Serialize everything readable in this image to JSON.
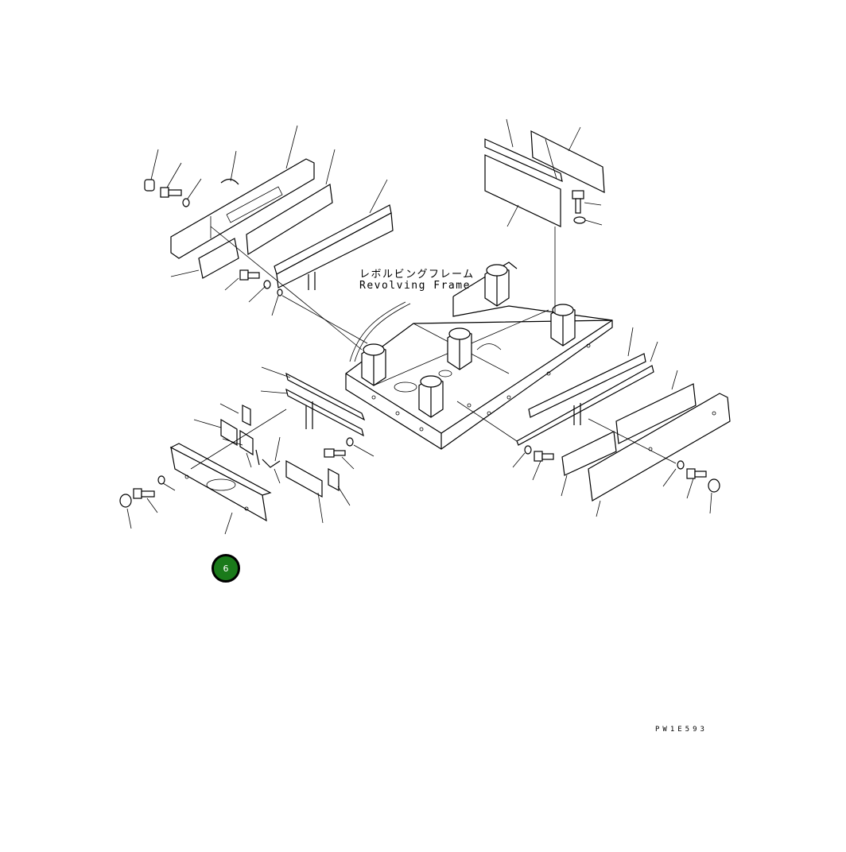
{
  "labels": {
    "frame_jp": "レボルビングフレーム",
    "frame_en": "Revolving Frame",
    "drawing_code": "PW1E593"
  },
  "callout": {
    "number": "6",
    "color": "#1a7a1a"
  }
}
